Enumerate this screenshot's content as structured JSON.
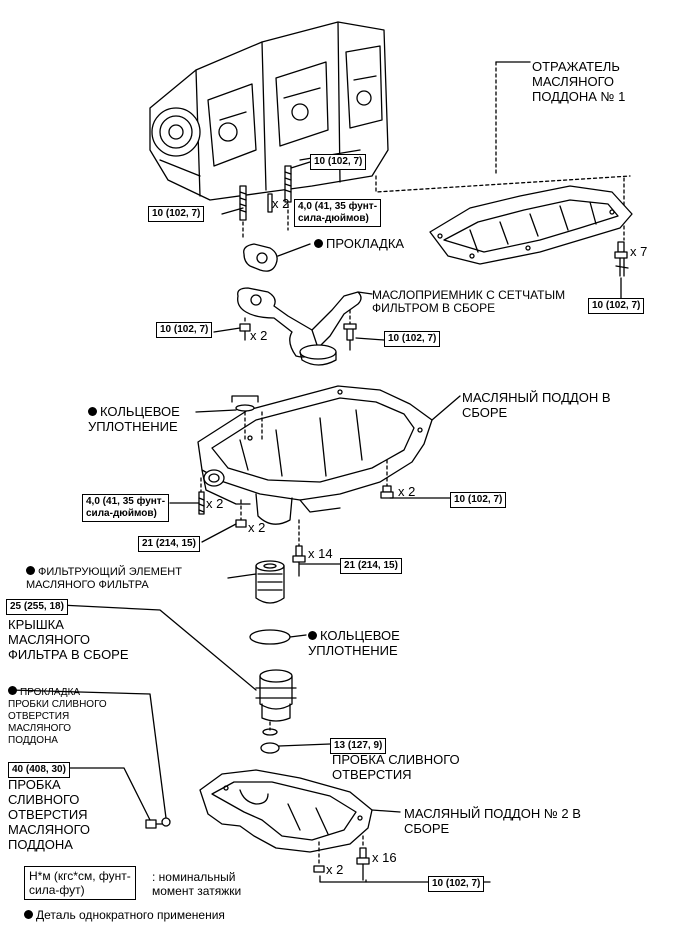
{
  "labels": {
    "baffle": "ОТРАЖАТЕЛЬ\nМАСЛЯНОГО\nПОДДОНА № 1",
    "gasket": "ПРОКЛАДКА",
    "strainer": "МАСЛОПРИЕМНИК С СЕТЧАТЫМ\nФИЛЬТРОМ В СБОРЕ",
    "oring1": "КОЛЬЦЕВОЕ\nУПЛОТНЕНИЕ",
    "pan1": "МАСЛЯНЫЙ ПОДДОН В\nСБОРЕ",
    "filter_element": "ФИЛЬТРУЮЩИЙ ЭЛЕМЕНТ\nМАСЛЯНОГО ФИЛЬТРА",
    "filter_cap": "КРЫШКА\nМАСЛЯНОГО\nФИЛЬТРА В СБОРЕ",
    "oring2": "КОЛЬЦЕВОЕ\nУПЛОТНЕНИЕ",
    "drain_gasket": "ПРОКЛАДКА\nПРОБКИ СЛИВНОГО\nОТВЕРСТИЯ\nМАСЛЯНОГО\nПОДДОНА",
    "drain_plug_small": "ПРОБКА СЛИВНОГО\nОТВЕРСТИЯ",
    "drain_plug_large": "ПРОБКА\nСЛИВНОГО\nОТВЕРСТИЯ\nМАСЛЯНОГО\nПОДДОНА",
    "pan2": "МАСЛЯНЫЙ ПОДДОН № 2 В\nСБОРЕ"
  },
  "torques": {
    "t_top_right_stud": "10 (102, 7)",
    "t_top_left_stud": "10 (102, 7)",
    "t_top_inch": "4,0 (41, 35 фунт-\nсила-дюймов)",
    "t_baffle": "10 (102, 7)",
    "t_strainer_nut": "10 (102, 7)",
    "t_strainer_bolt": "10 (102, 7)",
    "t_pan_inch": "4,0 (41, 35 фунт-\nсила-дюймов)",
    "t_pan_bolt": "10 (102, 7)",
    "t_pan_nut": "21 (214, 15)",
    "t_pan_x14": "21 (214, 15)",
    "t_filter_cap": "25 (255, 18)",
    "t_drain_small": "13 (127, 9)",
    "t_drain_large": "40 (408, 30)",
    "t_pan2": "10 (102, 7)"
  },
  "quantities": {
    "q_top_stud": "x 2",
    "q_baffle": "x 7",
    "q_strainer_nut": "x 2",
    "q_pan_inch": "x 2",
    "q_pan_bolt": "x 2",
    "q_pan_nut": "x 2",
    "q_pan_x14": "x 14",
    "q_pan2_x2": "x 2",
    "q_pan2_x16": "x 16"
  },
  "legend": {
    "unit": "Н*м (кгс*см, фунт-\nсила-фут)",
    "unit_desc": ": номинальный\nмомент затяжки",
    "single_use": "Деталь однократного применения"
  }
}
